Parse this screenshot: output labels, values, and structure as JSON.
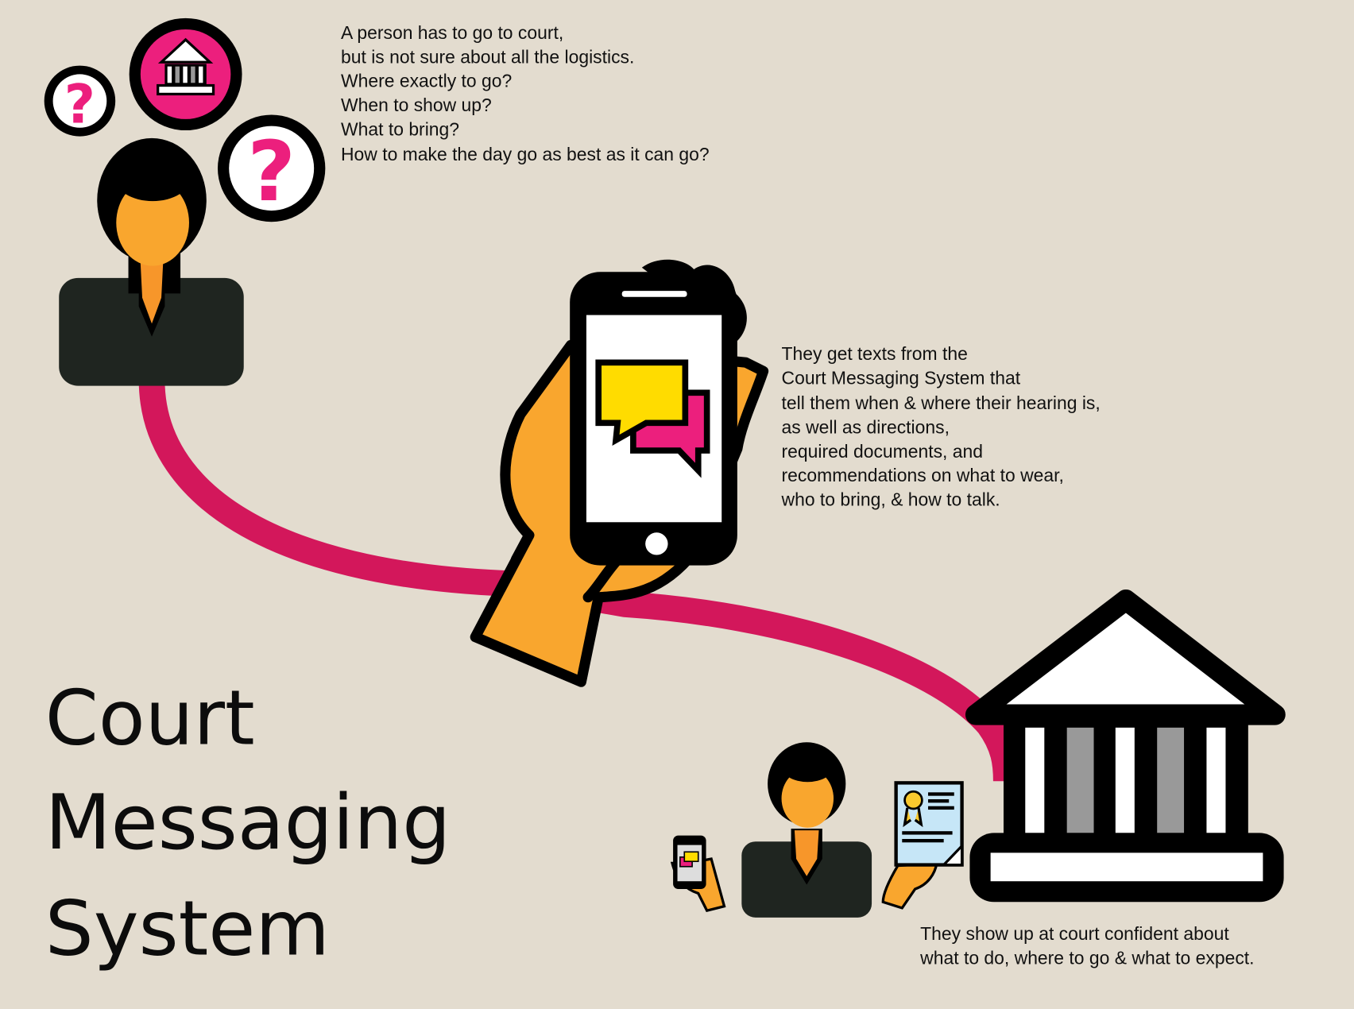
{
  "title": {
    "lines": [
      "Court",
      "Messaging",
      "System"
    ]
  },
  "step1": {
    "lines": [
      "A person has to go to court,",
      "but is not sure about all the logistics.",
      "Where exactly to go?",
      "When to show up?",
      "What to bring?",
      "How to make the day go as  best as it can go?"
    ],
    "question_mark": "?"
  },
  "step2": {
    "lines": [
      "They get texts from the",
      "Court Messaging System that",
      "tell them when & where their hearing is,",
      "as well as directions,",
      "required documents, and",
      "recommendations on what to wear,",
      "who to bring, & how to talk."
    ]
  },
  "step3": {
    "lines": [
      "They show up at court confident about",
      "what to do, where to go & what to expect."
    ]
  },
  "colors": {
    "background": "#e3dccf",
    "path": "#d3175b",
    "pink": "#ec1f7d",
    "orange": "#f9a62e",
    "suit": "#1f2520",
    "yellow": "#ffdc00",
    "document": "#c6e6f7"
  }
}
